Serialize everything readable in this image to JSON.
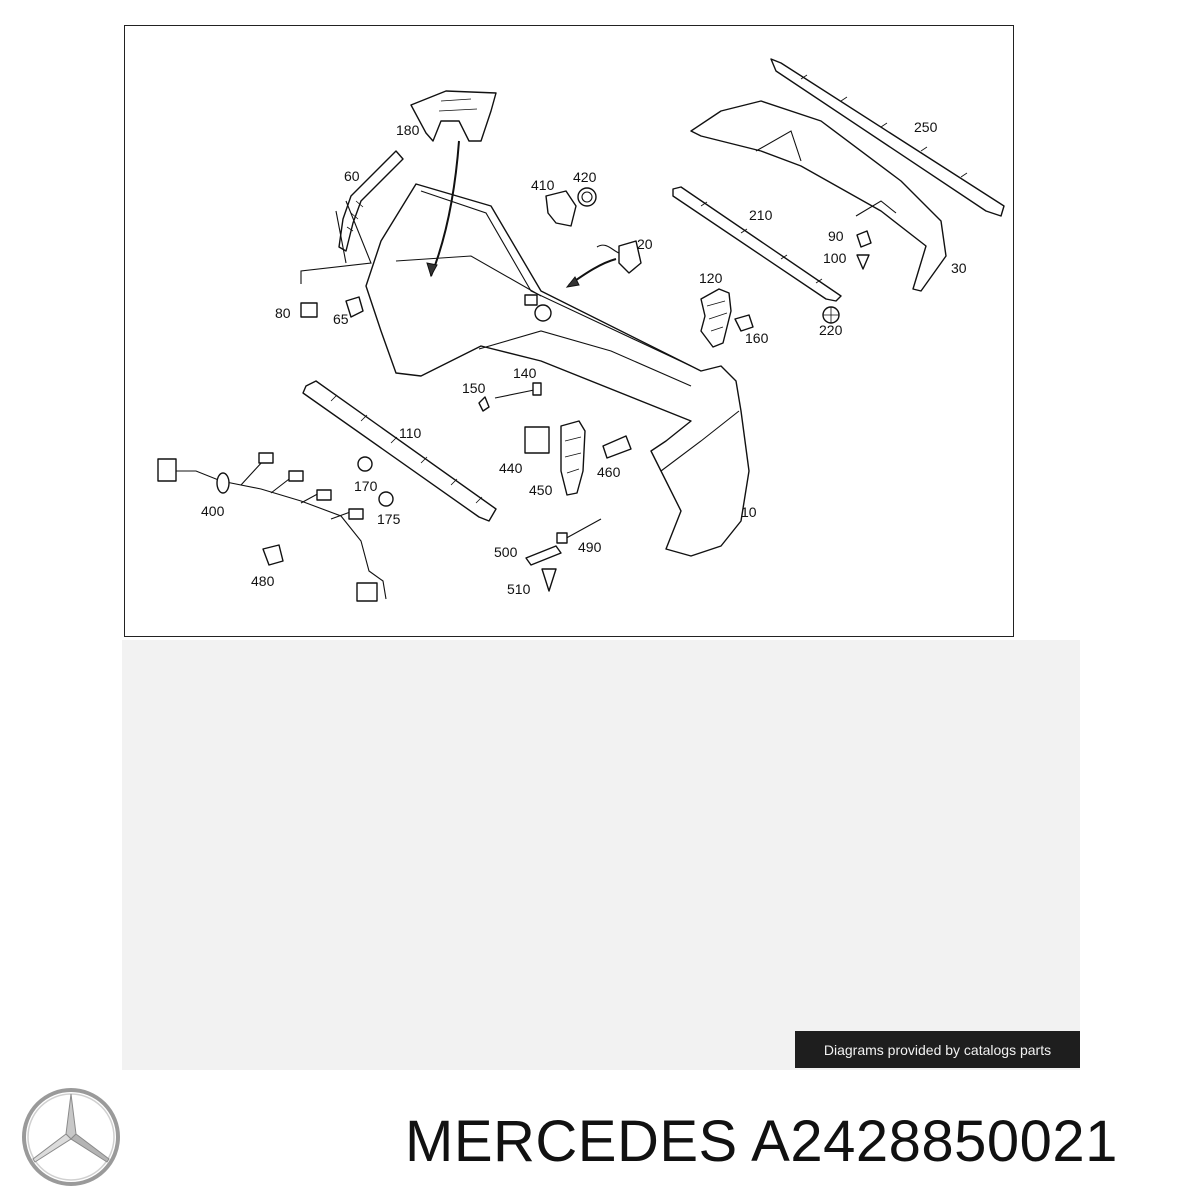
{
  "diagram": {
    "callouts": [
      "180",
      "60",
      "410",
      "420",
      "250",
      "20",
      "210",
      "90",
      "100",
      "30",
      "80",
      "65",
      "120",
      "160",
      "220",
      "140",
      "150",
      "110",
      "440",
      "450",
      "460",
      "10",
      "400",
      "170",
      "175",
      "480",
      "500",
      "490",
      "510"
    ]
  },
  "credit": "Diagrams provided by catalogs parts",
  "brand": {
    "name": "MERCEDES",
    "part_number": "A2428850021",
    "logo_icon": "mercedes-star-icon"
  }
}
